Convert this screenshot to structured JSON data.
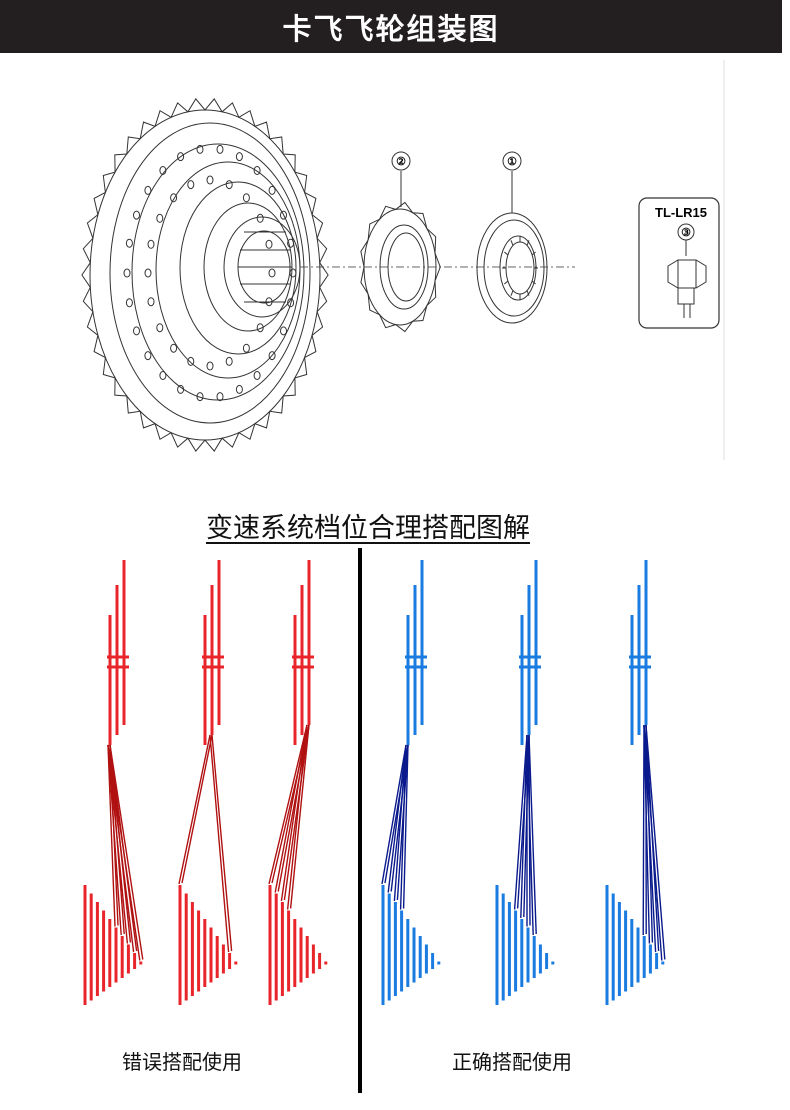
{
  "header": {
    "title": "卡飞飞轮组装图"
  },
  "assembly": {
    "callouts": [
      "②",
      "①"
    ],
    "tool": {
      "name": "TL-LR15",
      "callout": "③"
    }
  },
  "guide": {
    "title": "变速系统档位合理搭配图解",
    "wrong_label": "错误搭配使用",
    "right_label": "正确搭配使用"
  },
  "colors": {
    "wrong": "#e8252b",
    "wrong_chain": "#b01010",
    "right": "#1a7be0",
    "right_chain": "#0a1a8c"
  }
}
